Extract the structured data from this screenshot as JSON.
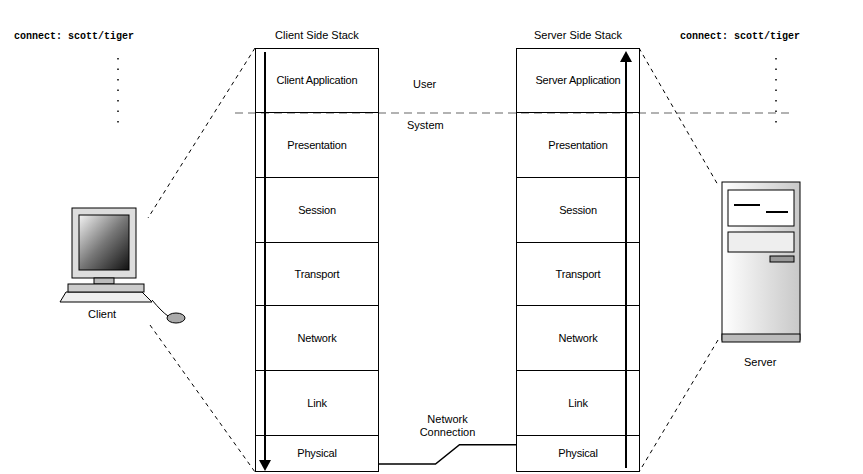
{
  "diagram": {
    "nodes": [
      {
        "text": [
          "Client Side Stack"
        ]
      },
      {
        "text": [
          "Client Application"
        ],
        "in": 0
      },
      {
        "text": [
          "Presentation"
        ],
        "in": 0
      },
      {
        "text": [
          "Session"
        ],
        "in": 0
      },
      {
        "text": [
          "Transport"
        ],
        "in": 0
      },
      {
        "text": [
          "Network"
        ],
        "in": 0
      },
      {
        "text": [
          "Link"
        ],
        "in": 0
      },
      {
        "text": [
          "Physical"
        ],
        "in": 0
      },
      {
        "text": [
          "Server Side Stack"
        ]
      },
      {
        "text": [
          "Server Application"
        ],
        "in": 8
      },
      {
        "text": [
          "Presentation"
        ],
        "in": 8
      },
      {
        "text": [
          "Session"
        ],
        "in": 8
      },
      {
        "text": [
          "Transport"
        ],
        "in": 8
      },
      {
        "text": [
          "Network"
        ],
        "in": 8
      },
      {
        "text": [
          "Link"
        ],
        "in": 8
      },
      {
        "text": [
          "Physical"
        ],
        "in": 8
      }
    ],
    "edges": [
      {
        "from": 7,
        "to": 15,
        "label": "Network Connection",
        "arrow": "none"
      }
    ],
    "labels": [
      "connect: scott/tiger",
      "connect: scott/tiger",
      "User",
      "System",
      "Client",
      "Server"
    ]
  }
}
